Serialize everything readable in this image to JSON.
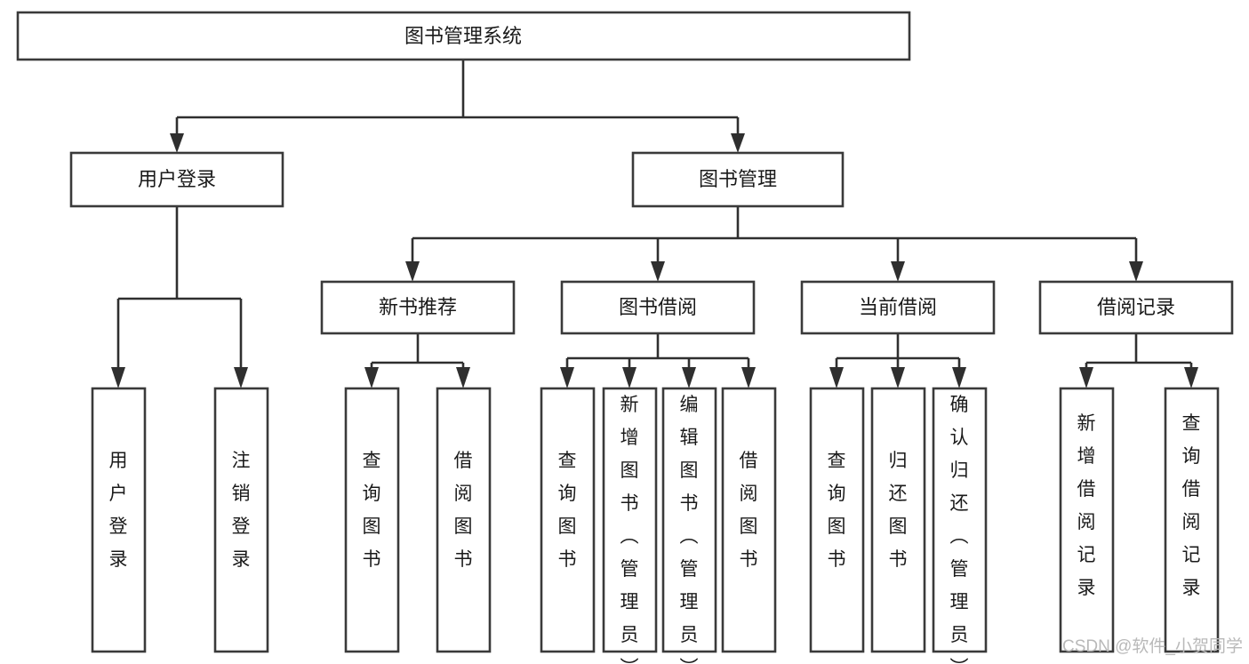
{
  "diagram": {
    "title": "图书管理系统",
    "type": "tree",
    "orientation": "top-down",
    "root": {
      "label": "图书管理系统"
    },
    "level2": [
      {
        "label": "用户登录"
      },
      {
        "label": "图书管理"
      }
    ],
    "level3": [
      {
        "label": "新书推荐"
      },
      {
        "label": "图书借阅"
      },
      {
        "label": "当前借阅"
      },
      {
        "label": "借阅记录"
      }
    ],
    "leaves": {
      "user_login": [
        {
          "label": "用户登录"
        },
        {
          "label": "注销登录"
        }
      ],
      "new_book_recommend": [
        {
          "label": "查询图书"
        },
        {
          "label": "借阅图书"
        }
      ],
      "book_borrow": [
        {
          "label": "查询图书"
        },
        {
          "label": "新增图书（管理员）"
        },
        {
          "label": "编辑图书（管理员）"
        },
        {
          "label": "借阅图书"
        }
      ],
      "current_borrow": [
        {
          "label": "查询图书"
        },
        {
          "label": "归还图书"
        },
        {
          "label": "确认归还（管理员）"
        }
      ],
      "borrow_record": [
        {
          "label": "新增借阅记录"
        },
        {
          "label": "查询借阅记录"
        }
      ]
    }
  },
  "watermark": {
    "text": "CSDN @软件_小贺同学"
  },
  "colors": {
    "box_stroke": "#3a3a3a",
    "box_fill": "#ffffff",
    "connector": "#2f2f2f",
    "text": "#1a1a1a",
    "watermark": "#b9b9b9",
    "background": "#ffffff"
  }
}
